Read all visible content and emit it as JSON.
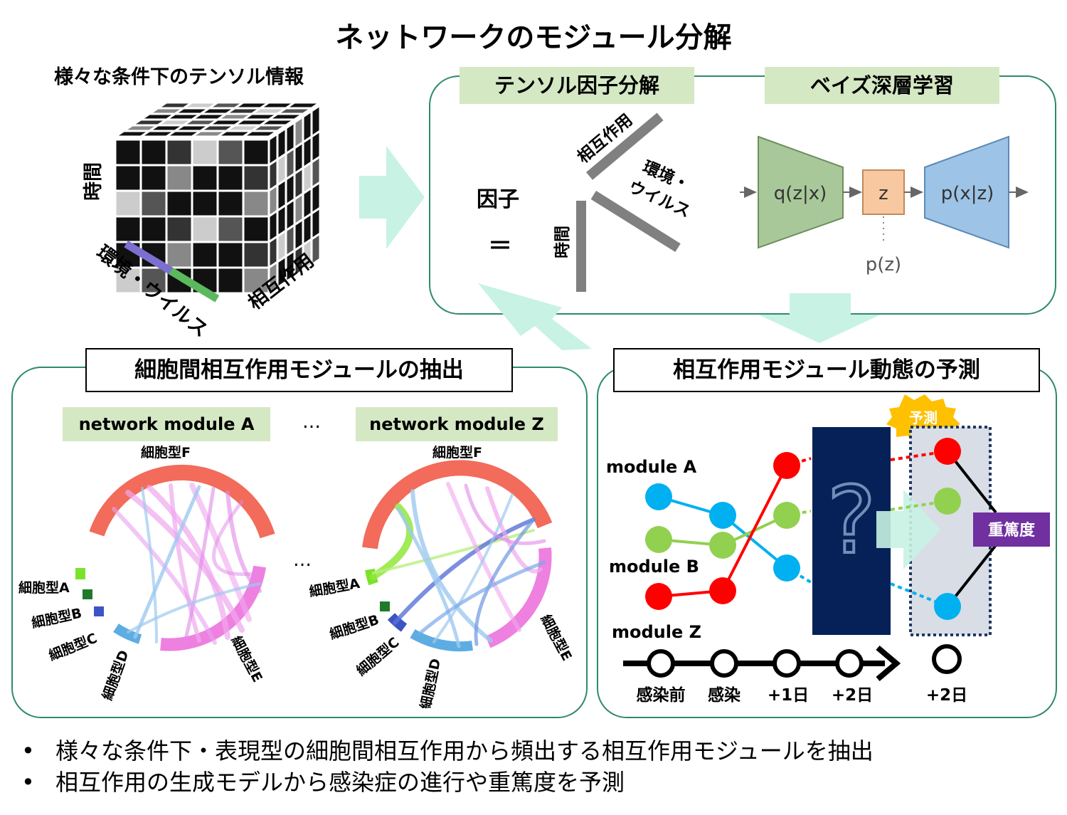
{
  "title": "ネットワークのモジュール分解",
  "tensor": {
    "heading": "様々な条件下のテンソル情報",
    "axis_time": "時間",
    "axis_env": "環境・ウイルス",
    "axis_interaction": "相互作用"
  },
  "factorization": {
    "label_tensor": "テンソル因子分解",
    "label_bayes": "ベイズ深層学習",
    "factor_lhs": "因子",
    "equals": "＝",
    "bar_interaction": "相互作用",
    "bar_env_line1": "環境・",
    "bar_env_line2": "ウイルス",
    "bar_time": "時間",
    "encoder": "q(z|x)",
    "latent": "z",
    "decoder": "p(x|z)",
    "prior": "p(z)"
  },
  "extraction": {
    "heading": "細胞間相互作用モジュールの抽出",
    "module_a": "network module A",
    "module_z": "network module Z",
    "ellipsis": "…",
    "cell_f": "細胞型F",
    "cell_a": "細胞型A",
    "cell_b": "細胞型B",
    "cell_c": "細胞型C",
    "cell_d": "細胞型D",
    "cell_e": "細胞型E"
  },
  "prediction": {
    "heading": "相互作用モジュール動態の予測",
    "burst": "予測",
    "module_a": "module A",
    "module_b": "module B",
    "module_z": "module Z",
    "question": "?",
    "severity": "重篤度",
    "timeline": [
      "感染前",
      "感染",
      "+1日",
      "+2日"
    ],
    "predicted_time": "+2日"
  },
  "bullets": [
    "様々な条件下・表現型の細胞間相互作用から頻出する相互作用モジュールを抽出",
    "相互作用の生成モデルから感染症の進行や重篤度を予測"
  ],
  "colors": {
    "panel_border": "#2e8a6a",
    "label_green": "#d5e8c4",
    "arrow_mint": "#c8f2e4",
    "encoder": "#a9c89a",
    "latent": "#f8c9a0",
    "decoder": "#9dc3e6",
    "navy": "#062157",
    "severity": "#7030a0",
    "red": "#ff0000",
    "green_node": "#92d050",
    "blue_node": "#00b0f0"
  }
}
